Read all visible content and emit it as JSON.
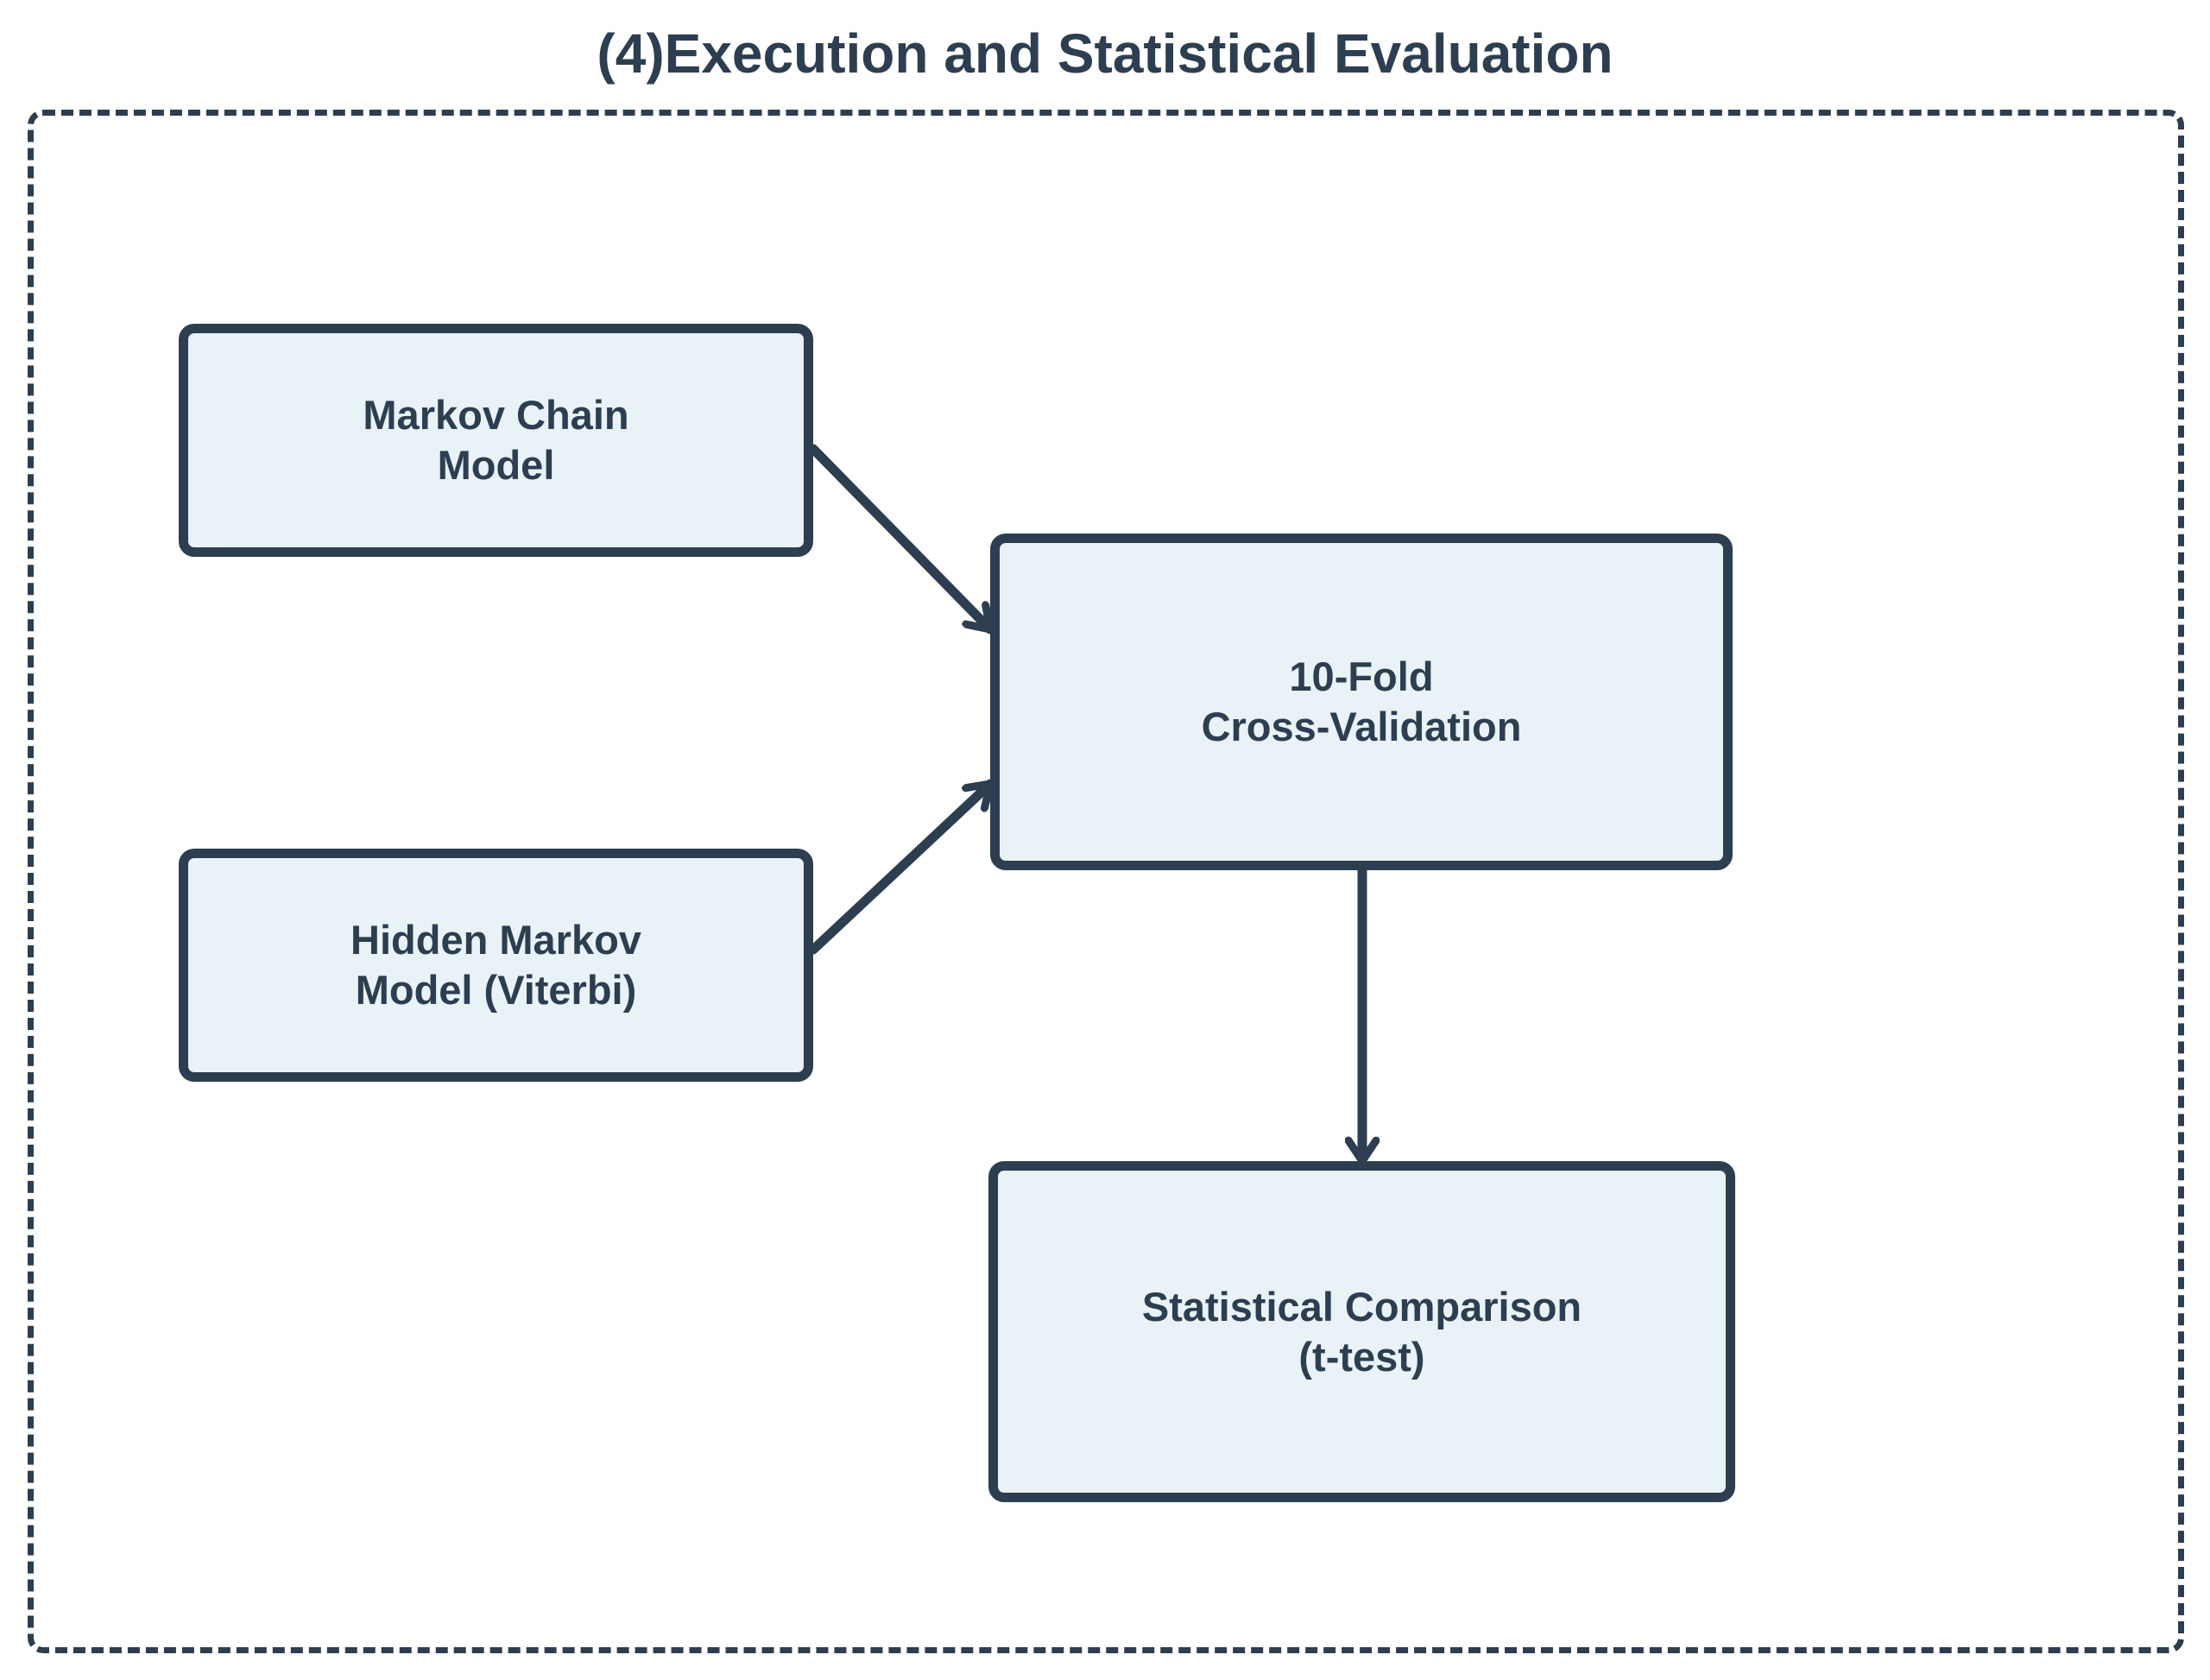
{
  "title": "(4)Execution and Statistical Evaluation",
  "colors": {
    "background": "#ffffff",
    "node_fill": "#e8f2f7",
    "node_border": "#2c3e50",
    "text": "#2c3e50",
    "arrow": "#2c3e50"
  },
  "nodes": [
    {
      "id": "markov-chain-model",
      "lines": [
        "Markov Chain",
        "Model"
      ]
    },
    {
      "id": "hidden-markov-model",
      "lines": [
        "Hidden Markov",
        "Model (Viterbi)"
      ]
    },
    {
      "id": "cross-validation",
      "lines": [
        "10-Fold",
        "Cross-Validation"
      ]
    },
    {
      "id": "statistical-comparison",
      "lines": [
        "Statistical Comparison",
        "(t-test)"
      ]
    }
  ],
  "edges": [
    {
      "from": "markov-chain-model",
      "to": "cross-validation"
    },
    {
      "from": "hidden-markov-model",
      "to": "cross-validation"
    },
    {
      "from": "cross-validation",
      "to": "statistical-comparison"
    }
  ]
}
